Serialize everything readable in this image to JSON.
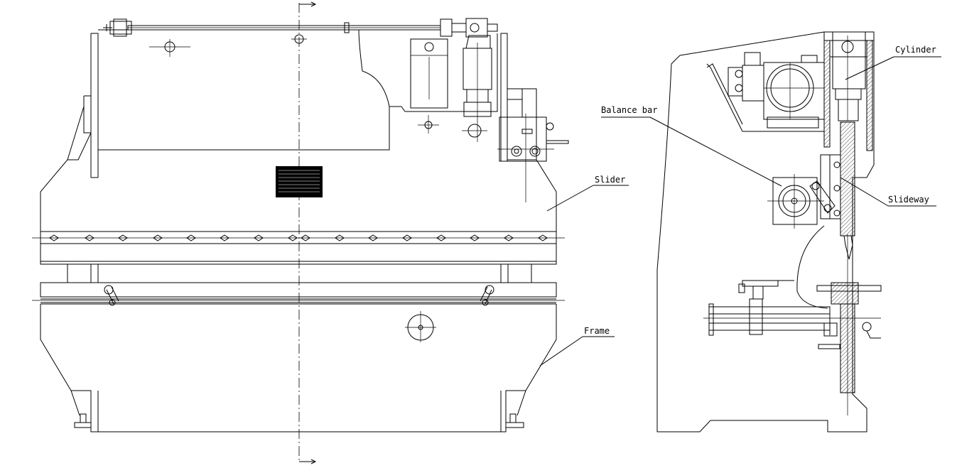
{
  "labels": {
    "slider": "Slider",
    "frame": "Frame",
    "cylinder": "Cylinder",
    "balance_bar": "Balance bar",
    "slideway": "Slideway"
  }
}
